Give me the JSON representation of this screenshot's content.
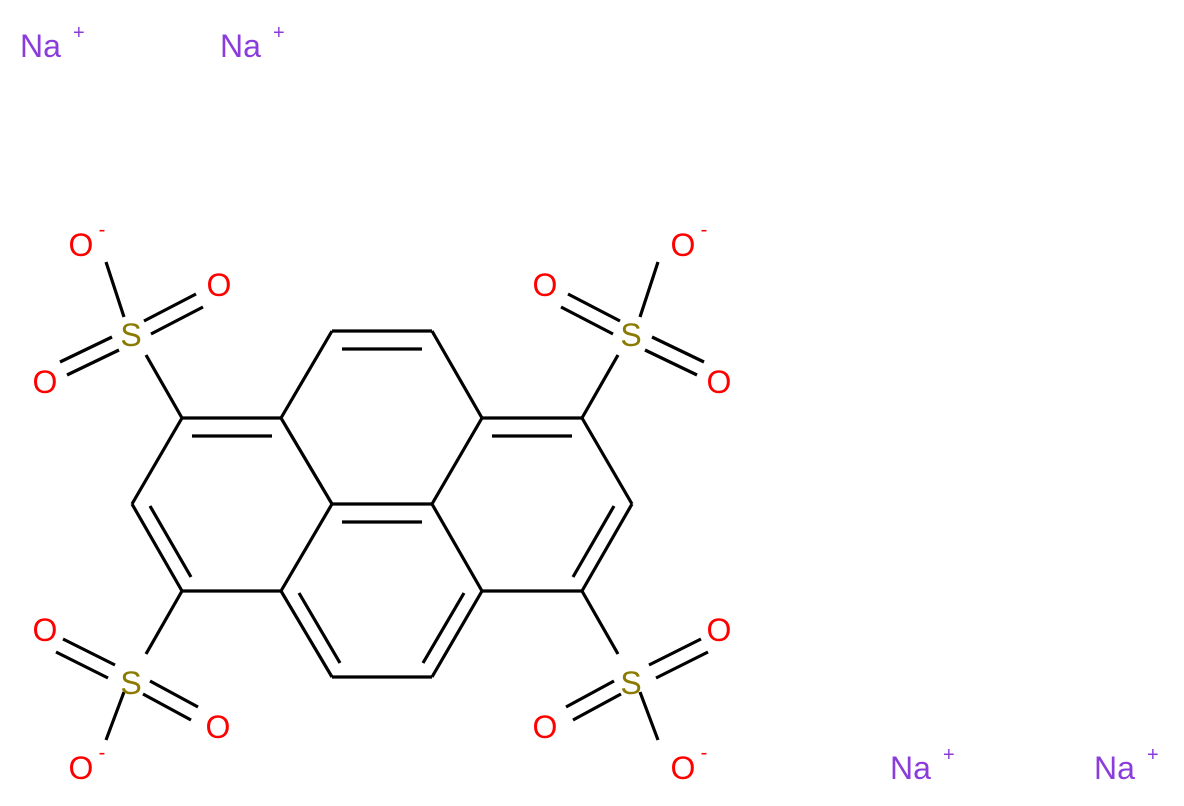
{
  "colors": {
    "bond": "#000000",
    "oxygen": "#ff0000",
    "sulfur": "#8b7a00",
    "sodium": "#8b3ddb"
  },
  "ions": [
    {
      "symbol": "Na",
      "charge": "+"
    },
    {
      "symbol": "Na",
      "charge": "+"
    },
    {
      "symbol": "Na",
      "charge": "+"
    },
    {
      "symbol": "Na",
      "charge": "+"
    }
  ],
  "sulfonate_groups": [
    {
      "sulfur": "S",
      "oxygens": [
        "O",
        "O",
        "O"
      ],
      "charge": "-"
    },
    {
      "sulfur": "S",
      "oxygens": [
        "O",
        "O",
        "O"
      ],
      "charge": "-"
    },
    {
      "sulfur": "S",
      "oxygens": [
        "O",
        "O",
        "O"
      ],
      "charge": "-"
    },
    {
      "sulfur": "S",
      "oxygens": [
        "O",
        "O",
        "O"
      ],
      "charge": "-"
    }
  ]
}
